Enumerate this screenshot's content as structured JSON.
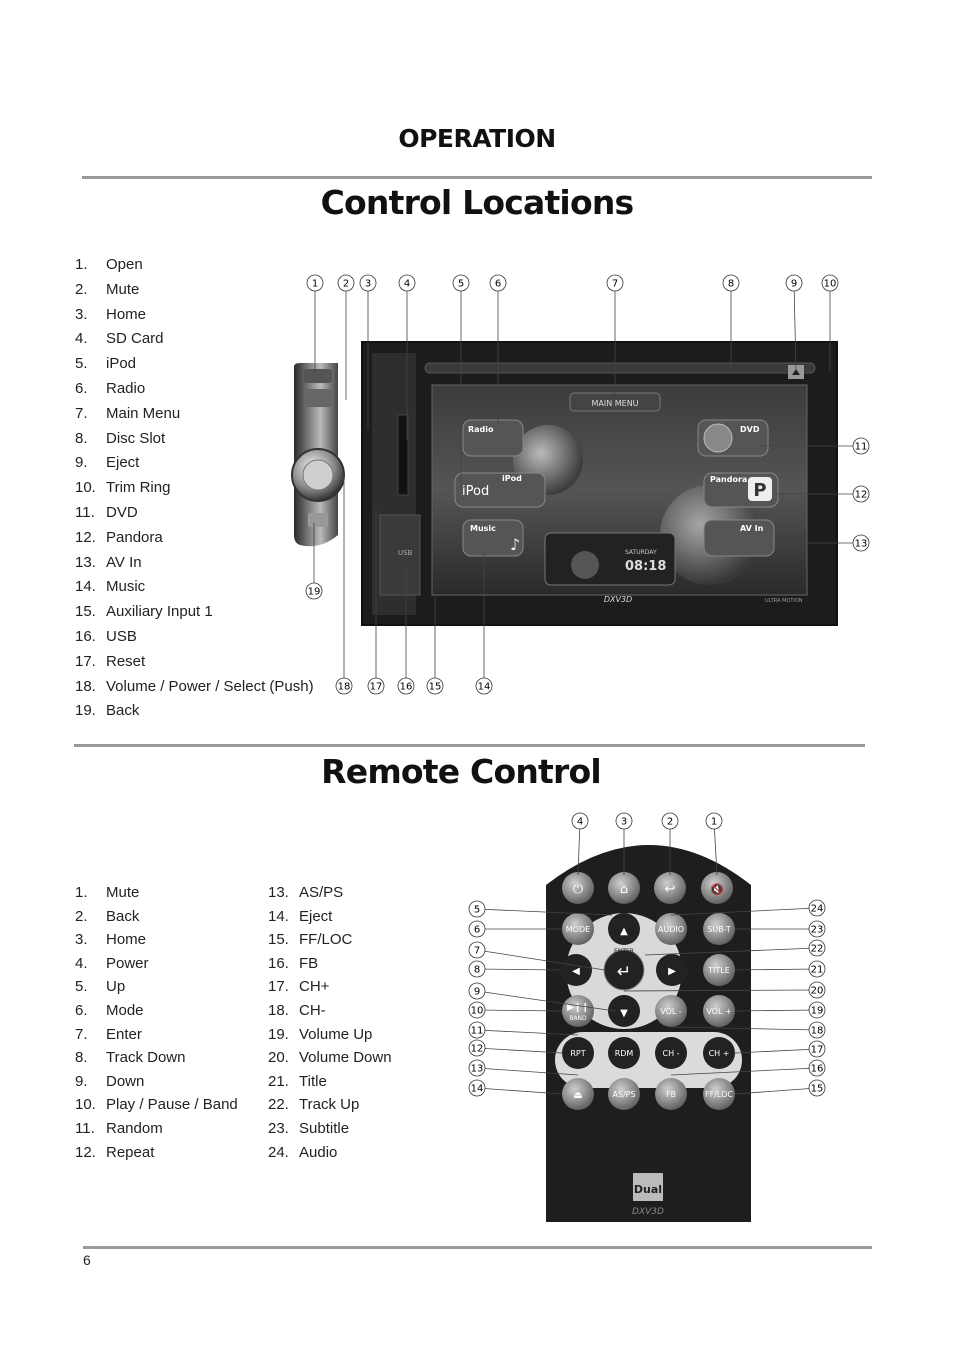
{
  "header": {
    "section": "OPERATION"
  },
  "control_locations": {
    "title": "Control Locations",
    "items": [
      {
        "num": "1.",
        "label": "Open"
      },
      {
        "num": "2.",
        "label": "Mute"
      },
      {
        "num": "3.",
        "label": "Home"
      },
      {
        "num": "4.",
        "label": "SD Card"
      },
      {
        "num": "5.",
        "label": "iPod"
      },
      {
        "num": "6.",
        "label": "Radio"
      },
      {
        "num": "7.",
        "label": "Main Menu"
      },
      {
        "num": "8.",
        "label": "Disc Slot"
      },
      {
        "num": "9.",
        "label": "Eject"
      },
      {
        "num": "10.",
        "label": "Trim Ring"
      },
      {
        "num": "11.",
        "label": "DVD"
      },
      {
        "num": "12.",
        "label": "Pandora"
      },
      {
        "num": "13.",
        "label": "AV In"
      },
      {
        "num": "14.",
        "label": "Music"
      },
      {
        "num": "15.",
        "label": "Auxiliary Input 1"
      },
      {
        "num": "16.",
        "label": "USB"
      },
      {
        "num": "17.",
        "label": "Reset"
      },
      {
        "num": "18.",
        "label": "Volume  / Power / Select (Push)"
      },
      {
        "num": "19.",
        "label": "Back"
      }
    ],
    "screen": {
      "main_menu": "MAIN MENU",
      "radio": "Radio",
      "ipod_logo": "iPod",
      "ipod": "iPod",
      "music": "Music",
      "dvd": "DVD",
      "pandora": "Pandora",
      "pandora_logo": "P",
      "av_in": "AV In",
      "clock_day": "SATURDAY",
      "clock_time": "08:18",
      "model": "DXV3D",
      "ultra": "ULTRA MOTION",
      "usb": "USB"
    },
    "callouts": [
      "1",
      "2",
      "3",
      "4",
      "5",
      "6",
      "7",
      "8",
      "9",
      "10",
      "11",
      "12",
      "13",
      "14",
      "15",
      "16",
      "17",
      "18",
      "19"
    ]
  },
  "remote_control": {
    "title": "Remote Control",
    "items_col1": [
      {
        "num": "1.",
        "label": "Mute"
      },
      {
        "num": "2.",
        "label": "Back"
      },
      {
        "num": "3.",
        "label": "Home"
      },
      {
        "num": "4.",
        "label": "Power"
      },
      {
        "num": "5.",
        "label": "Up"
      },
      {
        "num": "6.",
        "label": "Mode"
      },
      {
        "num": "7.",
        "label": "Enter"
      },
      {
        "num": "8.",
        "label": "Track Down"
      },
      {
        "num": "9.",
        "label": "Down"
      },
      {
        "num": "10.",
        "label": "Play / Pause  / Band"
      },
      {
        "num": "11.",
        "label": "Random"
      },
      {
        "num": "12.",
        "label": "Repeat"
      }
    ],
    "items_col2": [
      {
        "num": "13.",
        "label": "AS/PS"
      },
      {
        "num": "14.",
        "label": "Eject"
      },
      {
        "num": "15.",
        "label": "FF/LOC"
      },
      {
        "num": "16.",
        "label": "FB"
      },
      {
        "num": "17.",
        "label": "CH+"
      },
      {
        "num": "18.",
        "label": "CH-"
      },
      {
        "num": "19.",
        "label": "Volume Up"
      },
      {
        "num": "20.",
        "label": "Volume Down"
      },
      {
        "num": "21.",
        "label": "Title"
      },
      {
        "num": "22.",
        "label": "Track Up"
      },
      {
        "num": "23.",
        "label": "Subtitle"
      },
      {
        "num": "24.",
        "label": "Audio"
      }
    ],
    "buttons": {
      "mode": "MODE",
      "audio": "AUDIO",
      "subt": "SUB-T",
      "title": "TITLE",
      "enter": "ENTER",
      "band": "BAND",
      "vol_down": "VOL -",
      "vol_up": "VOL +",
      "rpt": "RPT",
      "rdm": "RDM",
      "ch_minus": "CH -",
      "ch_plus": "CH +",
      "asps": "AS/PS",
      "fb": "FB",
      "ffloc": "FF/LOC"
    },
    "brand": "Dual",
    "model": "DXV3D",
    "callouts": [
      "1",
      "2",
      "3",
      "4",
      "5",
      "6",
      "7",
      "8",
      "9",
      "10",
      "11",
      "12",
      "13",
      "14",
      "15",
      "16",
      "17",
      "18",
      "19",
      "20",
      "21",
      "22",
      "23",
      "24"
    ]
  },
  "footer": {
    "page_number": "6"
  }
}
